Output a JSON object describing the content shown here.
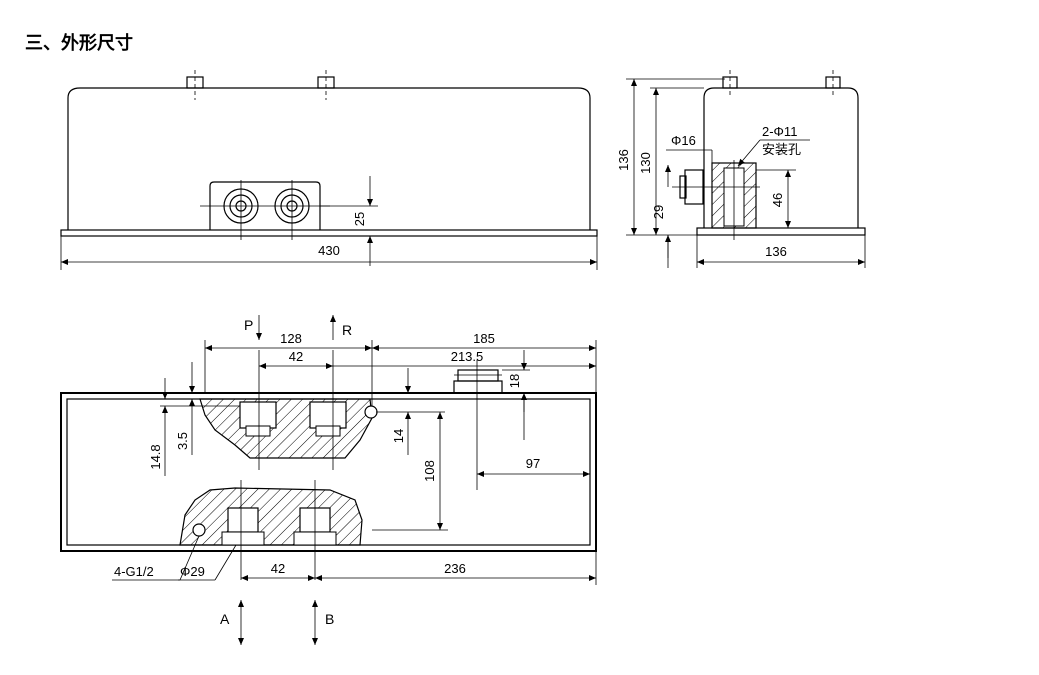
{
  "heading": "三、外形尺寸",
  "front_view": {
    "dim_width": "430",
    "dim_height": "25"
  },
  "side_view": {
    "dim_total_height": "136",
    "dim_height": "130",
    "dim_base": "29",
    "dim_width": "136",
    "dim_port": "46",
    "label_port_dia": "Φ16",
    "label_holes": "2-Φ11",
    "label_mount": "安装孔"
  },
  "plan_view": {
    "label_p": "P",
    "label_r": "R",
    "label_a": "A",
    "label_b": "B",
    "dim_128": "128",
    "dim_185": "185",
    "dim_42_top": "42",
    "dim_213_5": "213.5",
    "dim_18": "18",
    "dim_14_8": "14.8",
    "dim_3_5": "3.5",
    "dim_14": "14",
    "dim_108": "108",
    "dim_97": "97",
    "dim_42_bottom": "42",
    "dim_236": "236",
    "label_ports": "4-G1/2",
    "label_port_dia": "Φ29"
  }
}
